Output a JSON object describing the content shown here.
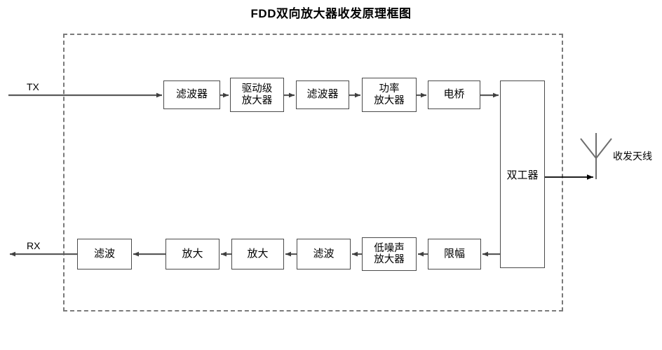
{
  "diagram": {
    "title": "FDD双向放大器收发原理框图",
    "ports": {
      "tx_label": "TX",
      "rx_label": "RX"
    },
    "tx_chain": [
      {
        "id": "tx-filter-1",
        "label": "滤波器"
      },
      {
        "id": "tx-driver-amp",
        "label": "驱动级\n放大器"
      },
      {
        "id": "tx-filter-2",
        "label": "滤波器"
      },
      {
        "id": "tx-power-amp",
        "label": "功率\n放大器"
      },
      {
        "id": "tx-bridge",
        "label": "电桥"
      }
    ],
    "rx_chain": [
      {
        "id": "rx-filter-out",
        "label": "滤波"
      },
      {
        "id": "rx-amp-2",
        "label": "放大"
      },
      {
        "id": "rx-amp-1",
        "label": "放大"
      },
      {
        "id": "rx-filter-in",
        "label": "滤波"
      },
      {
        "id": "rx-lna",
        "label": "低噪声\n放大器"
      },
      {
        "id": "rx-limiter",
        "label": "限幅"
      }
    ],
    "duplexer": {
      "id": "duplexer",
      "label": "双工器"
    },
    "antenna": {
      "id": "antenna",
      "label": "收发天线"
    },
    "colors": {
      "block_border": "#4a4a4a",
      "wire": "#5a5a5a",
      "enclosure_border": "#7a7a7a",
      "text": "#000000",
      "background": "#ffffff"
    }
  }
}
